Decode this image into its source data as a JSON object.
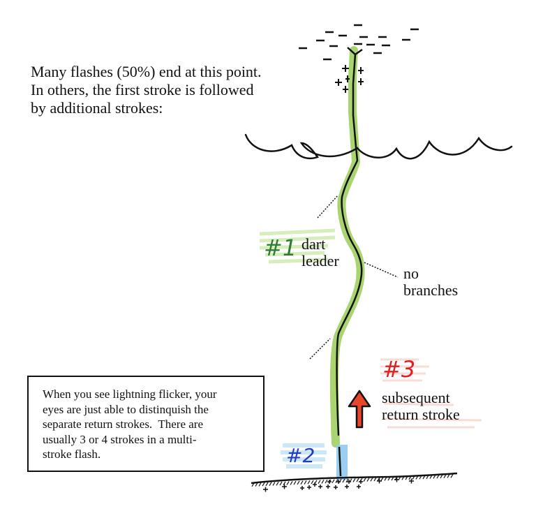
{
  "intro_text": {
    "lines": [
      "Many flashes (50%) end at this point.",
      "In others, the first stroke is followed",
      "by additional strokes:"
    ]
  },
  "labels": {
    "stroke1_number": "#1",
    "stroke1_text_line1": "dart",
    "stroke1_text_line2": "leader",
    "no_branches_line1": "no",
    "no_branches_line2": "branches",
    "stroke3_number": "#3",
    "stroke3_text_line1": "subsequent",
    "stroke3_text_line2": "return stroke",
    "stroke2_number": "#2"
  },
  "info_box": {
    "lines": [
      "When you see lightning flicker, your",
      "eyes are just able to distinquish the",
      "separate return strokes.  There are",
      "usually 3 or 4 strokes in a multi-",
      "stroke flash."
    ]
  },
  "colors": {
    "dart_leader_green": "#8cc63f",
    "return_stroke_red": "#e8452c",
    "stroke2_blue": "#6fb8e6",
    "stroke2_label_blue": "#1f3fbf",
    "stroke1_label_green": "#2e7d32",
    "stroke3_label_red": "#e02020"
  },
  "icons": {
    "cloud_negative_charge": "minus-sign",
    "cloud_positive_charge": "plus-sign",
    "ground_positive_charge": "plus-sign",
    "upward_arrow": "arrow-up"
  }
}
